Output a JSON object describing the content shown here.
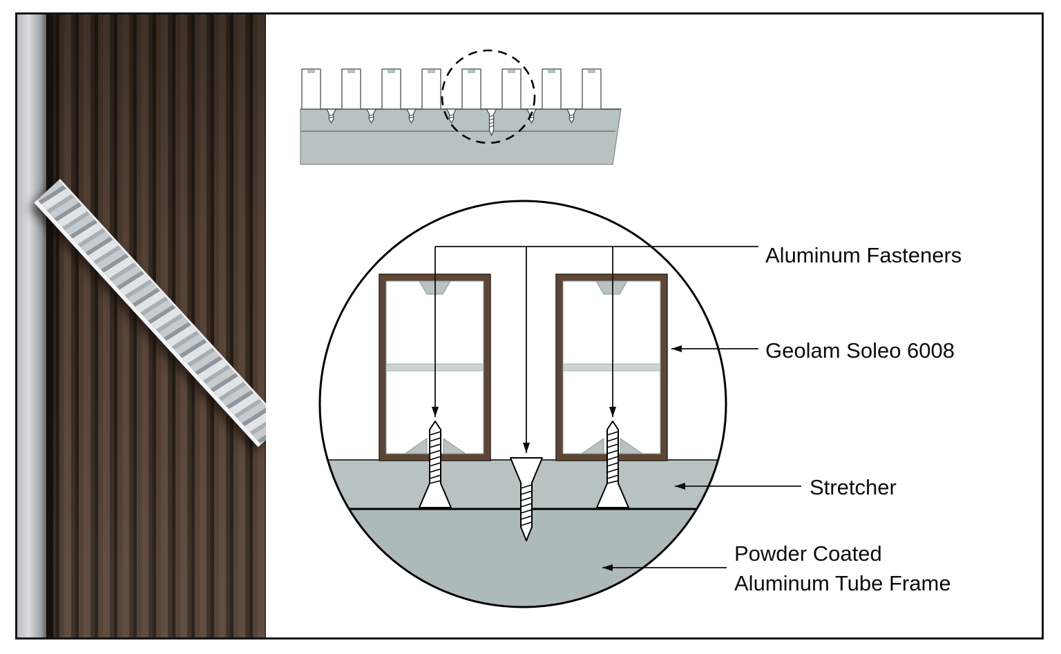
{
  "figure": {
    "type": "technical-detail-diagram",
    "labels": {
      "fasteners": "Aluminum Fasteners",
      "profile": "Geolam Soleo 6008",
      "stretcher": "Stretcher",
      "frame_line1": "Powder Coated",
      "frame_line2": "Aluminum Tube Frame"
    },
    "colors": {
      "stretcher_gray": "#b7c2c1",
      "frame_gray": "#aebab9",
      "profile_brown": "#5e4637",
      "divider_gray": "#ccd4d3",
      "wood_dark": "#3a2e26",
      "aluminum_light": "#c9ced3",
      "line_black": "#111111"
    }
  }
}
